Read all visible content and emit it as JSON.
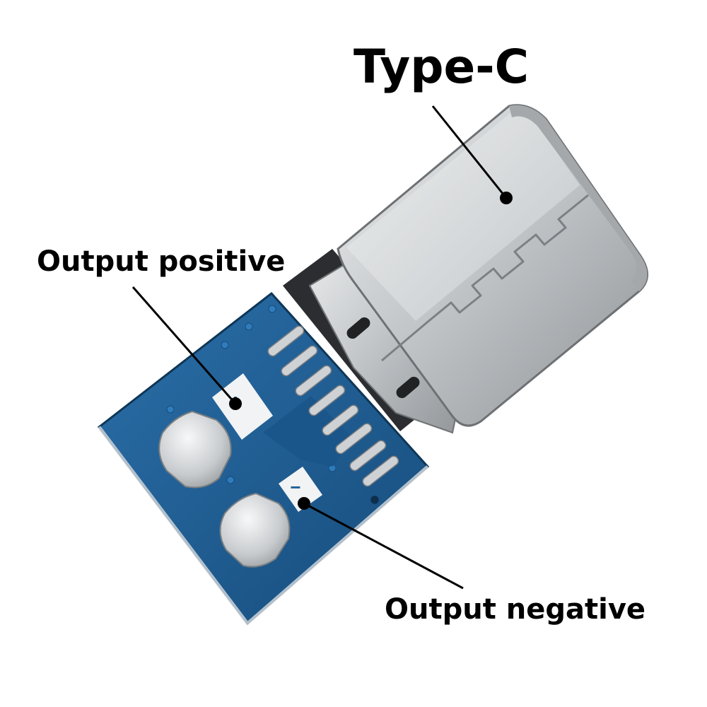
{
  "labels": {
    "type_c": "Type-C",
    "output_positive": "Output positive",
    "output_negative": "Output negative"
  },
  "silkscreen": {
    "plus_mark": "+",
    "minus_mark": "−"
  },
  "colors": {
    "pcb": "#1f5f96",
    "pcb_dark": "#16476f",
    "metal": "#c9cbcd",
    "metal_dark": "#8e9194",
    "solder": "#d7d9db",
    "silkscreen": "#f1f3f4",
    "leader_line": "#000000"
  }
}
